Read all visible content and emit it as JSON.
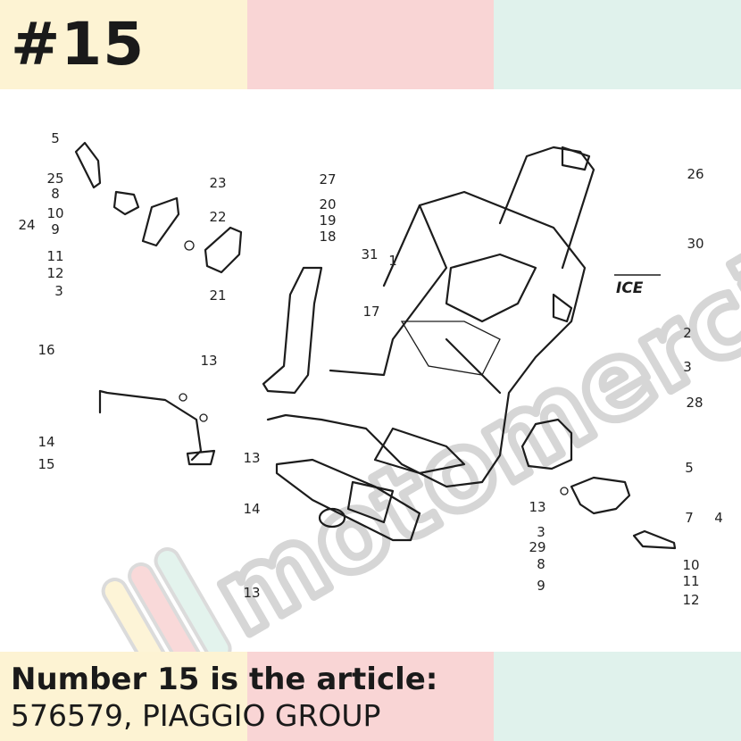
{
  "badge": "#15",
  "caption": {
    "line1": "Number 15 is the article:",
    "line2": "576579, PIAGGIO GROUP"
  },
  "diagram": {
    "stamp": "ICE",
    "watermark": "motomercia",
    "callouts": [
      "5",
      "25",
      "8",
      "10",
      "9",
      "24",
      "11",
      "12",
      "3",
      "16",
      "23",
      "22",
      "21",
      "27",
      "20",
      "19",
      "18",
      "31",
      "1",
      "17",
      "13",
      "14",
      "15",
      "13",
      "14",
      "13",
      "26",
      "30",
      "2",
      "3",
      "28",
      "5",
      "7",
      "4",
      "13",
      "3",
      "29",
      "8",
      "9",
      "10",
      "11",
      "12"
    ]
  },
  "colors": {
    "yellow": "#fdf3d3",
    "pink": "#f9d5d5",
    "mint": "#e0f2ec",
    "ink": "#1a1a1a"
  }
}
